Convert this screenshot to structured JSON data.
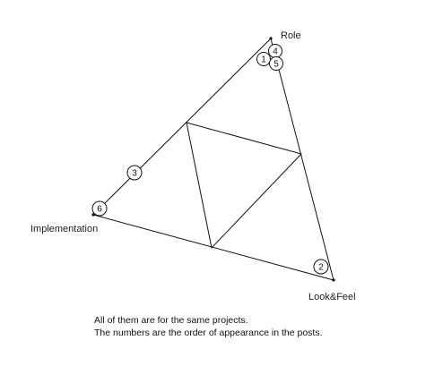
{
  "diagram": {
    "vertices": {
      "role": "Role",
      "implementation": "Implementation",
      "look_and_feel": "Look&Feel"
    },
    "markers": [
      "1",
      "2",
      "3",
      "4",
      "5",
      "6"
    ]
  },
  "caption": {
    "line1": "All of them are for the same projects.",
    "line2": "The numbers are the order of appearance in the posts."
  }
}
